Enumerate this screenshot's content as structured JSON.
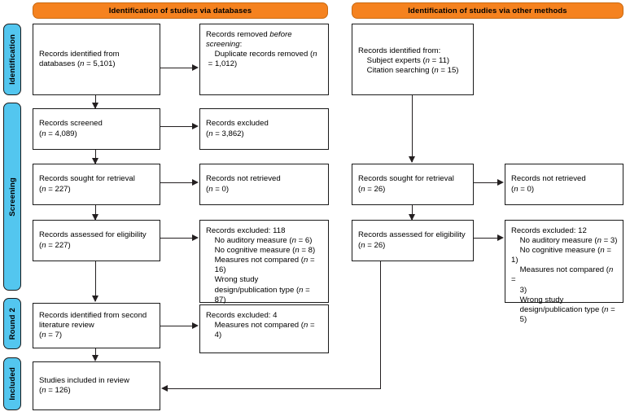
{
  "diagram": {
    "title": "PRISMA 2020 flow diagram",
    "colors": {
      "header_orange": "#F5821F",
      "stage_blue": "#53C6EF",
      "line_black": "#231F20",
      "box_border": "#1A1A1A",
      "background": "#FFFFFF"
    }
  },
  "headers": [
    {
      "id": "databases",
      "label": "Identification of studies via databases"
    },
    {
      "id": "other-methods",
      "label": "Identification of studies via other methods"
    }
  ],
  "stages": [
    {
      "id": "identification",
      "label": "Identification"
    },
    {
      "id": "screening",
      "label": "Screening"
    },
    {
      "id": "round-2",
      "label": "Round 2"
    },
    {
      "id": "included",
      "label": "Included"
    }
  ],
  "boxes": {
    "db_identified": {
      "line1": "Records identified from",
      "line2_pre": "databases (",
      "line2_italic": "n",
      "line2_post": " = 5,101)"
    },
    "db_removed": {
      "line1_pre": "Records removed ",
      "line1_italic": "before",
      "line2_italic": "screening",
      "line2_post": ":",
      "line3": "    Duplicate records removed (",
      "line3_italic": "n",
      "line4": " = 1,012)"
    },
    "db_screened": {
      "line1": "Records screened",
      "line2_pre": "(",
      "line2_italic": "n",
      "line2_post": " = 4,089)"
    },
    "db_excluded": {
      "line1": "Records excluded",
      "line2_pre": "(",
      "line2_italic": "n",
      "line2_post": " = 3,862)"
    },
    "db_sought": {
      "line1": "Records sought for retrieval",
      "line2_pre": "(",
      "line2_italic": "n",
      "line2_post": " = 227)"
    },
    "db_not_retrieved": {
      "line1": "Records not retrieved",
      "line2_pre": "(",
      "line2_italic": "n",
      "line2_post": " = 0)"
    },
    "db_assessed": {
      "line1": "Records assessed for eligibility",
      "line2_pre": "(",
      "line2_italic": "n",
      "line2_post": " = 227)"
    },
    "db_excluded_reasons": {
      "heading": "Records excluded: 118",
      "reasons": [
        {
          "text": "    No auditory measure (",
          "italic": "n",
          "post": " = 6)"
        },
        {
          "text": "    No cognitive measure (",
          "italic": "n",
          "post": " = 8)"
        },
        {
          "text": "    Measures not compared (",
          "italic": "n",
          "post": " ="
        },
        {
          "text": "    16)",
          "italic": "",
          "post": ""
        },
        {
          "text": "    Wrong study",
          "italic": "",
          "post": ""
        },
        {
          "text": "    design/publication type (",
          "italic": "n",
          "post": " ="
        },
        {
          "text": "    87)",
          "italic": "",
          "post": ""
        }
      ]
    },
    "round2_identified": {
      "line1": "Records identified from second",
      "line2": "literature review",
      "line3_pre": "(",
      "line3_italic": "n",
      "line3_post": " = 7)"
    },
    "round2_excluded": {
      "heading": "Records excluded: 4",
      "reasons": [
        {
          "text": "    Measures not compared (",
          "italic": "n",
          "post": " ="
        },
        {
          "text": "    4)",
          "italic": "",
          "post": ""
        }
      ]
    },
    "studies_included": {
      "line1": "Studies included in review",
      "line2_pre": "(",
      "line2_italic": "n",
      "line2_post": " = 126)"
    },
    "om_identified": {
      "line1": "Records identified from:",
      "line2": "    Subject experts (",
      "line2_italic": "n",
      "line2_post": " = 11)",
      "line3": "    Citation searching (",
      "line3_italic": "n",
      "line3_post": " = 15)"
    },
    "om_sought": {
      "line1": "Records sought for retrieval",
      "line2_pre": "(",
      "line2_italic": "n",
      "line2_post": " = 26)"
    },
    "om_not_retrieved": {
      "line1": "Records not retrieved",
      "line2_pre": "(",
      "line2_italic": "n",
      "line2_post": " = 0)"
    },
    "om_assessed": {
      "line1": "Records assessed for eligibility",
      "line2_pre": "(",
      "line2_italic": "n",
      "line2_post": " = 26)"
    },
    "om_excluded_reasons": {
      "heading": "Records excluded: 12",
      "reasons": [
        {
          "text": "    No auditory measure (",
          "italic": "n",
          "post": " = 3)"
        },
        {
          "text": "    No cognitive measure (",
          "italic": "n",
          "post": " = 1)"
        },
        {
          "text": "    Measures not compared (",
          "italic": "n",
          "post": " ="
        },
        {
          "text": "    3)",
          "italic": "",
          "post": ""
        },
        {
          "text": "    Wrong study",
          "italic": "",
          "post": ""
        },
        {
          "text": "    design/publication type (",
          "italic": "n",
          "post": " ="
        },
        {
          "text": "    5)",
          "italic": "",
          "post": ""
        }
      ]
    }
  }
}
